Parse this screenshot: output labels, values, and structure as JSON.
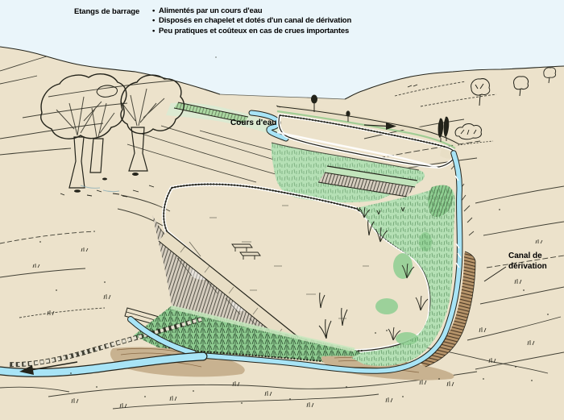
{
  "header": {
    "title": "Etangs de barrage",
    "bullet_char": "•",
    "bullets": [
      "Alimentés par un cours d'eau",
      "Disposés en chapelet et dotés d'un canal de dérivation",
      "Peu pratiques et coûteux en cas de crues importantes"
    ]
  },
  "labels": {
    "stream": "Cours d'eau",
    "canal": "Canal de dérivation"
  },
  "colors": {
    "sky": "#eaf5fa",
    "terrain": "#ece2cb",
    "water": "#a8e4f6",
    "pale_green": "#dcead2",
    "marsh_green": "#b5e0b5",
    "grass_green": "#8ecb90",
    "tree_foliage": "#b9d1c6",
    "trunk_brown": "#8a775a",
    "hatch_fill": "#d5cdbf",
    "crest": "#e8dec5",
    "bank_brown": "#b6946a",
    "sediment": "#c8b290",
    "ink": "#23231a"
  }
}
